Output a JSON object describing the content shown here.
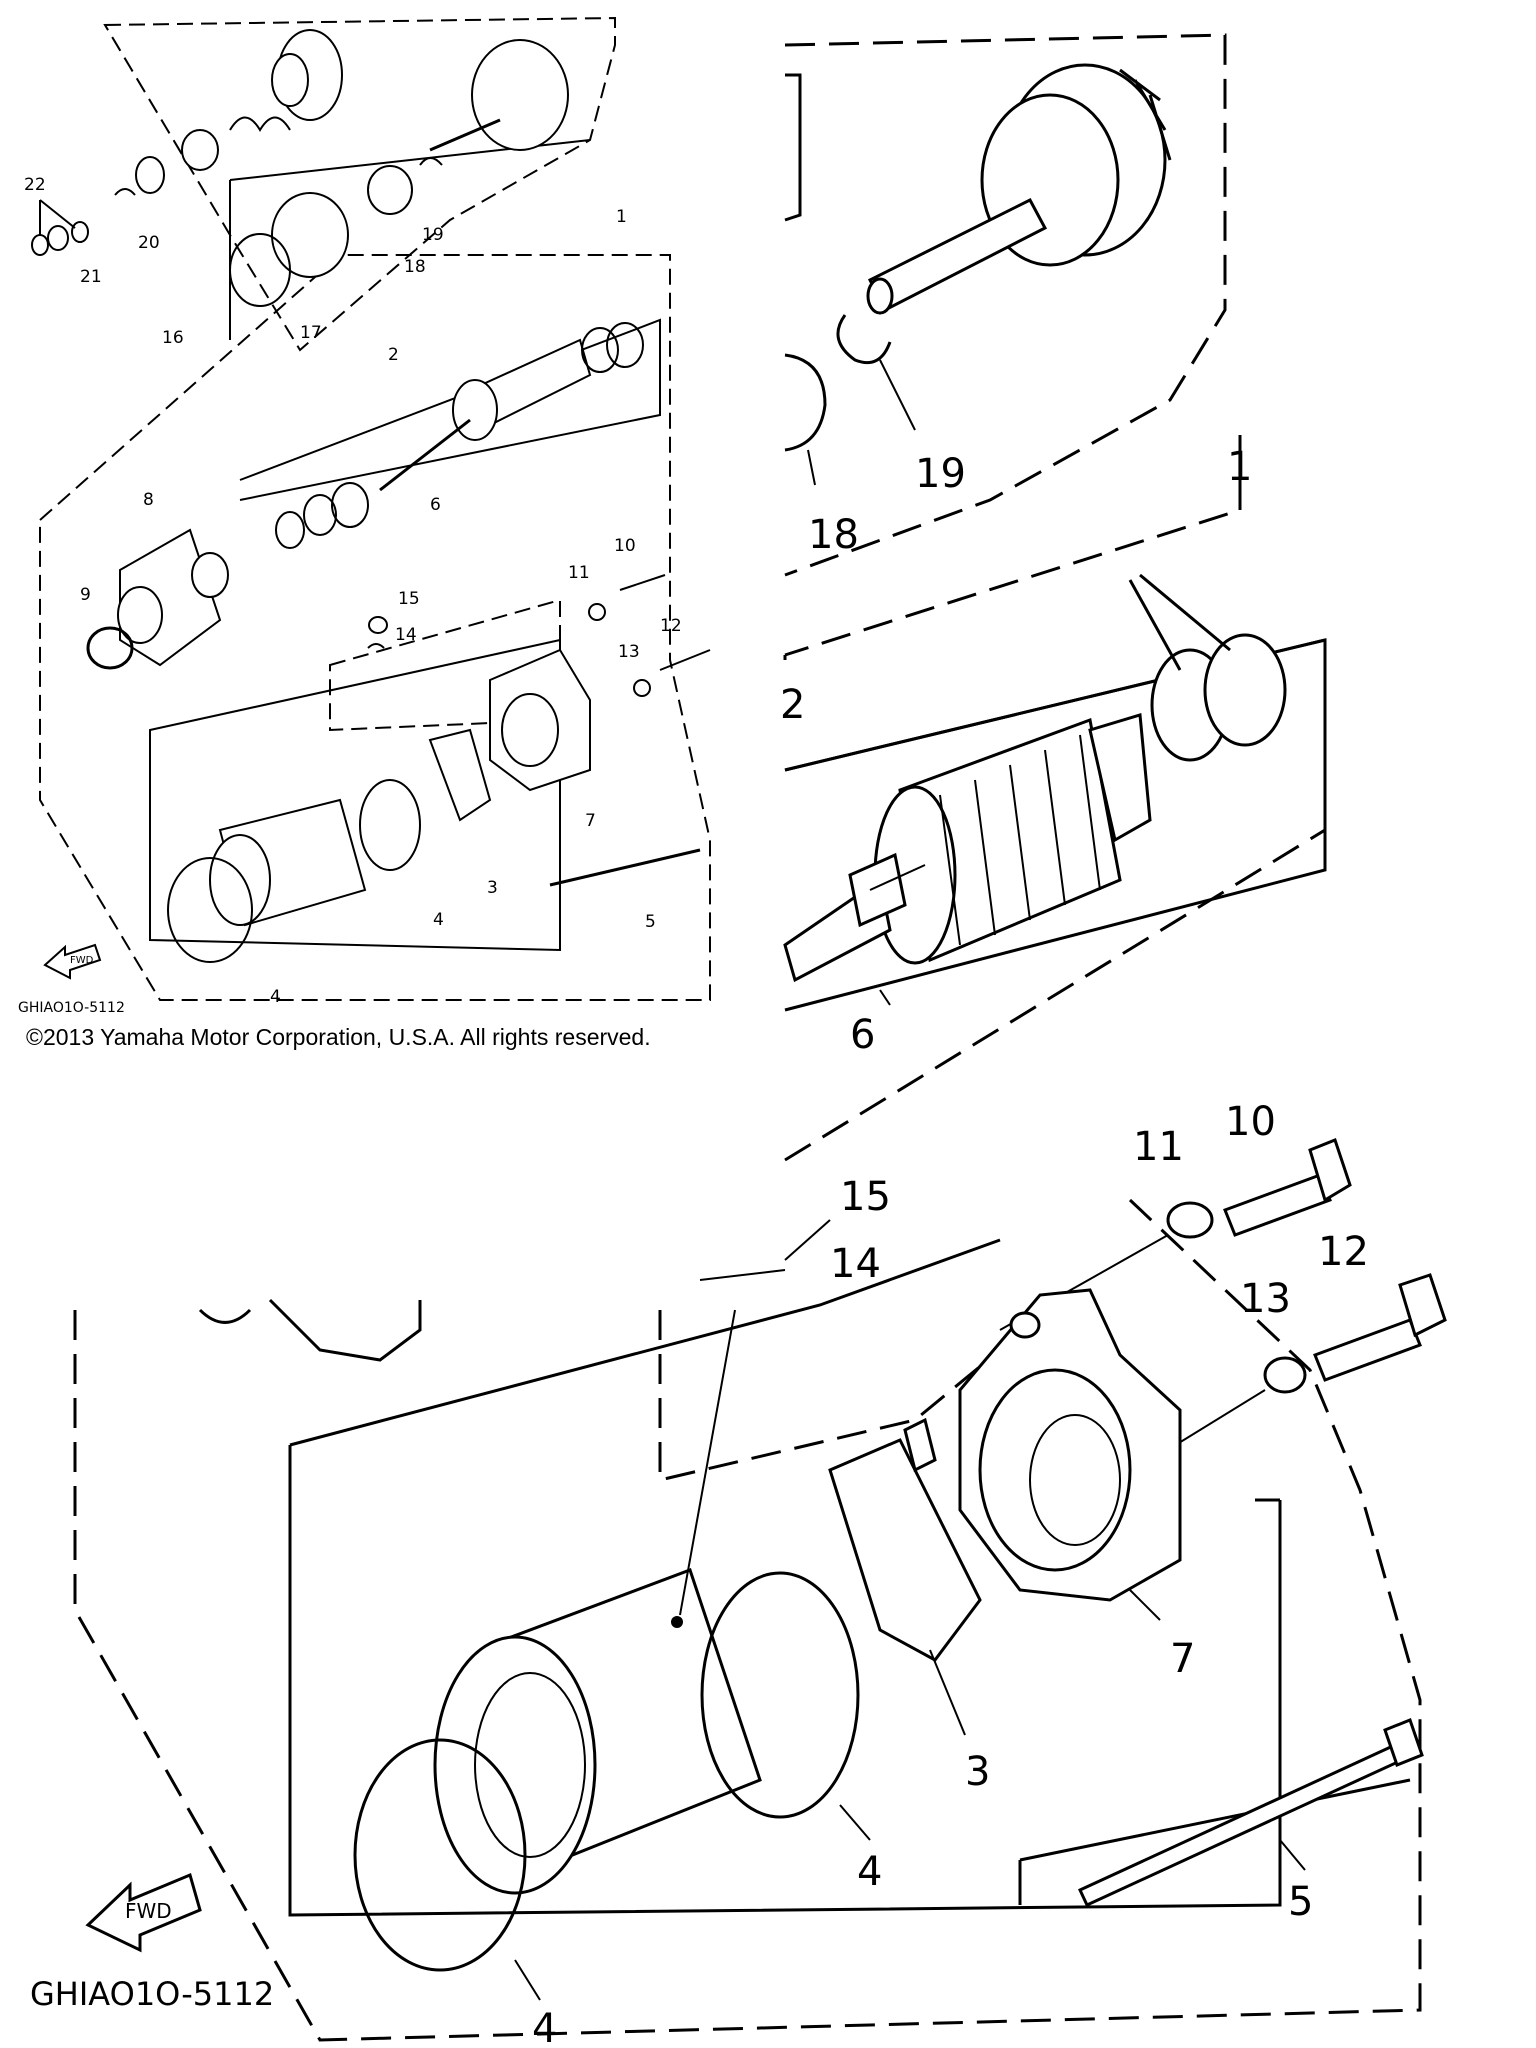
{
  "copyright": "©2013 Yamaha Motor Corporation, U.S.A. All rights reserved.",
  "diagram_code": "GHIAO1O-5112",
  "fwd_label": "FWD",
  "overview_callouts": {
    "c1": "1",
    "c2": "2",
    "c3": "3",
    "c4a": "4",
    "c4b": "4",
    "c5": "5",
    "c6": "6",
    "c7": "7",
    "c8": "8",
    "c9": "9",
    "c10": "10",
    "c11": "11",
    "c12": "12",
    "c13": "13",
    "c14": "14",
    "c15": "15",
    "c16": "16",
    "c17": "17",
    "c18": "18",
    "c19": "19",
    "c20": "20",
    "c21": "21",
    "c22": "22"
  },
  "detail_callouts": {
    "c1": "1",
    "c2": "2",
    "c3": "3",
    "c4a": "4",
    "c4b": "4",
    "c5": "5",
    "c6": "6",
    "c7": "7",
    "c10": "10",
    "c11": "11",
    "c12": "12",
    "c13": "13",
    "c14": "14",
    "c15": "15",
    "c18": "18",
    "c19": "19"
  }
}
